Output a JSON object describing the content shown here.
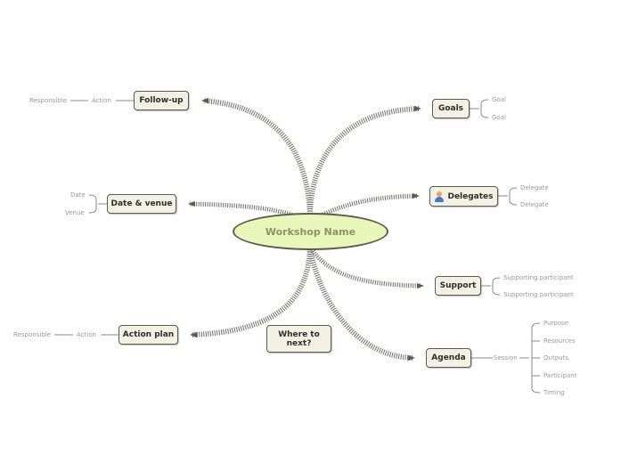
{
  "central": {
    "label": "Workshop Name"
  },
  "left": {
    "followup": {
      "label": "Follow-up",
      "action": "Action",
      "responsible": "Responsible"
    },
    "date_venue": {
      "label": "Date & venue",
      "items": [
        "Date",
        "Venue"
      ]
    },
    "action_plan": {
      "label": "Action plan",
      "action": "Action",
      "responsible": "Responsible"
    }
  },
  "where_next": {
    "label": "Where to next?"
  },
  "right": {
    "goals": {
      "label": "Goals",
      "items": [
        "Goal",
        "Goal"
      ]
    },
    "delegates": {
      "label": "Delegates",
      "icon": "person-icon",
      "items": [
        "Delegate",
        "Delegate"
      ]
    },
    "support": {
      "label": "Support",
      "items": [
        "Supporting participant",
        "Supporting participant"
      ]
    },
    "agenda": {
      "label": "Agenda",
      "session": "Session",
      "items": [
        "Purpose",
        "Resources",
        "Outputs",
        "Participant",
        "Timing"
      ]
    }
  },
  "colors": {
    "central_fill": "#e9f6b9",
    "node_fill": "#f3f1e3",
    "border": "#5b5b4e",
    "leaf_text": "#9a9a9a"
  }
}
